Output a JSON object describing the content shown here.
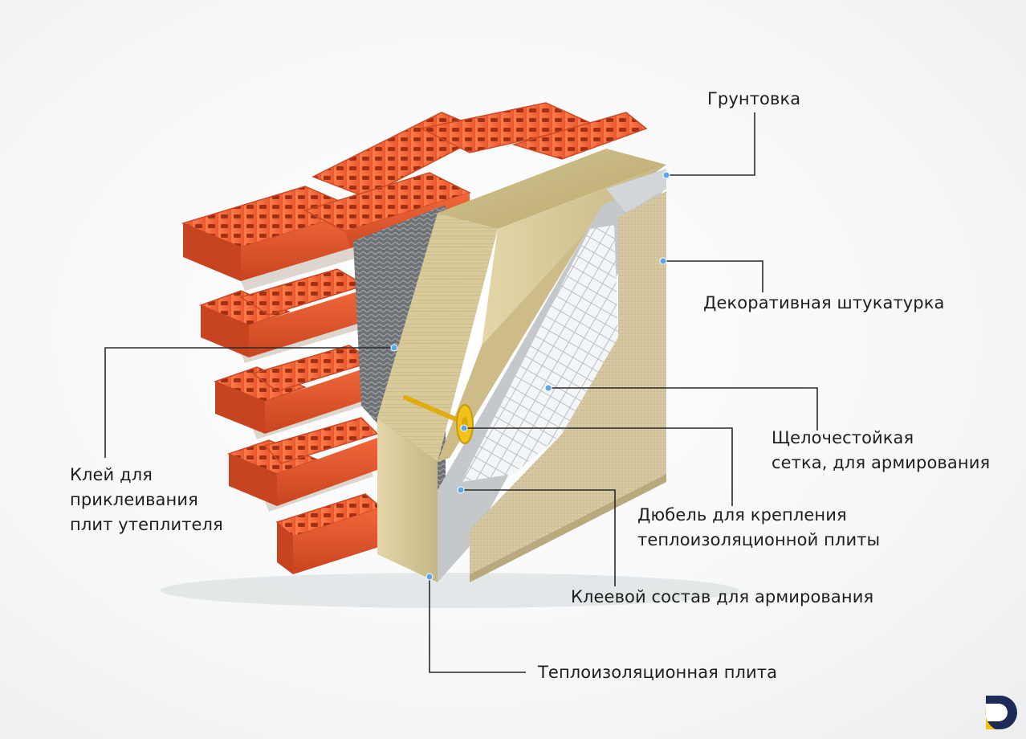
{
  "labels": {
    "primer": "Грунтовка",
    "decorative_plaster": "Декоративная  штукатурка",
    "alkali_mesh": "Щелочестойкая\nсетка, для армирования",
    "dowel": "Дюбель для крепления\nтеплоизоляционной плиты",
    "reinforcing_adhesive": "Клеевой состав для армирования",
    "insulation_board": "Теплоизоляционная плита",
    "board_adhesive": "Клей для\nприклеивания\nплит утеплителя"
  },
  "colors": {
    "brick": "#e5532c",
    "brick_dark": "#b8391b",
    "mortar": "#d8d3cc",
    "adhesive": "#7d8184",
    "insulation": "#d8c99a",
    "plaster": "#d6c7a2",
    "primer": "#c9cdd0",
    "mesh": "#eef1f3",
    "dowel": "#f2c21a",
    "leader_line": "#2a2a2a",
    "leader_dot": "#5aa6e6",
    "logo_yellow": "#f4c20d",
    "logo_navy": "#1d2b57"
  },
  "logo": {
    "icon": "brand-d-logo-icon"
  }
}
